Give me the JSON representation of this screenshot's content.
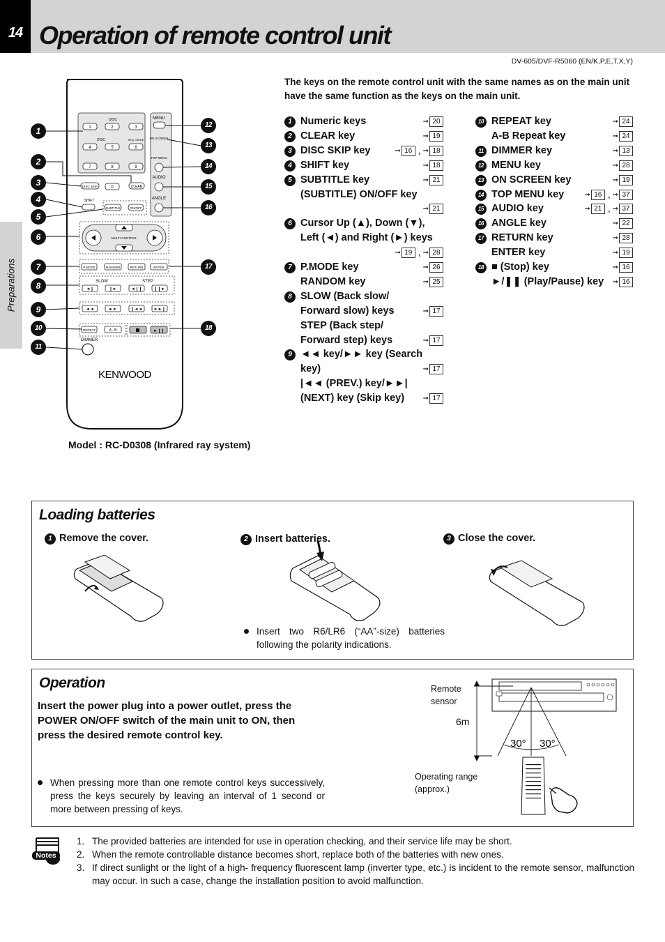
{
  "header": {
    "page_number": "14",
    "title": "Operation of remote control unit",
    "model_ref": "DV-605/DVF-R5060 (EN/K,P,E,T,X,Y)"
  },
  "side_tab": {
    "label": "Preparations"
  },
  "remote": {
    "caption": "Model : RC-D0308 (Infrared ray system)",
    "brand": "KENWOOD",
    "labels": {
      "disc_top": "DISC",
      "disc_mid": "DISC",
      "seq_mode": "SEQ. MODE",
      "menu": "MENU",
      "on_screen": "ON SCREEN",
      "top_menu": "TOP MENU",
      "audio": "AUDIO",
      "angle": "ANGLE",
      "shift": "SHIFT",
      "disc_skip": "DISC SKIP",
      "clear": "CLEAR",
      "subtitle": "SUBTITLE",
      "on_off": "ON/OFF",
      "multi_control": "MULTI CONTROL",
      "p_mode": "P.MODE",
      "random": "RANDOM",
      "return": "RETURN",
      "enter": "ENTER",
      "slow": "SLOW",
      "step": "STEP",
      "repeat": "REPEAT",
      "a_b": "A - B",
      "dimmer": "DIMMER"
    },
    "digits": [
      "1",
      "2",
      "3",
      "4",
      "5",
      "6",
      "7",
      "8",
      "9",
      "0"
    ],
    "callouts": [
      "1",
      "2",
      "3",
      "4",
      "5",
      "6",
      "7",
      "8",
      "9",
      "10",
      "11",
      "12",
      "13",
      "14",
      "15",
      "16",
      "17",
      "18"
    ]
  },
  "intro": "The keys on the remote control unit with the same names as on the main unit have the same function as the keys on the main unit.",
  "keys_left": [
    {
      "num": "1",
      "lines": [
        {
          "text": "Numeric keys",
          "refs": [
            "20"
          ]
        }
      ]
    },
    {
      "num": "2",
      "lines": [
        {
          "text": "CLEAR key",
          "refs": [
            "19"
          ]
        }
      ]
    },
    {
      "num": "3",
      "lines": [
        {
          "text": "DISC SKIP key",
          "refs": [
            "16",
            "18"
          ]
        }
      ]
    },
    {
      "num": "4",
      "lines": [
        {
          "text": "SHIFT key",
          "refs": [
            "18"
          ]
        }
      ]
    },
    {
      "num": "5",
      "lines": [
        {
          "text": "SUBTITLE key",
          "refs": [
            "21"
          ]
        },
        {
          "text": "(SUBTITLE) ON/OFF key",
          "refs": []
        },
        {
          "text": "",
          "refs": [
            "21"
          ]
        }
      ]
    },
    {
      "num": "6",
      "lines": [
        {
          "text": "Cursor Up (▲), Down (▼),",
          "refs": []
        },
        {
          "text": "Left (◄) and Right (►) keys",
          "refs": []
        },
        {
          "text": "",
          "refs": [
            "19",
            "28"
          ]
        }
      ]
    },
    {
      "num": "7",
      "lines": [
        {
          "text": "P.MODE key",
          "refs": [
            "26"
          ]
        },
        {
          "text": "RANDOM key",
          "refs": [
            "25"
          ]
        }
      ]
    },
    {
      "num": "8",
      "lines": [
        {
          "text": "SLOW (Back slow/",
          "refs": []
        },
        {
          "text": "Forward slow) keys",
          "refs": [
            "17"
          ]
        },
        {
          "text": "STEP (Back step/",
          "refs": []
        },
        {
          "text": "Forward step) keys",
          "refs": [
            "17"
          ]
        }
      ]
    },
    {
      "num": "9",
      "lines": [
        {
          "text": "◄◄ key/►► key (Search",
          "refs": []
        },
        {
          "text": "key)",
          "refs": [
            "17"
          ]
        },
        {
          "text": "|◄◄ (PREV.) key/►►|",
          "refs": []
        },
        {
          "text": "(NEXT) key (Skip key)",
          "refs": [
            "17"
          ]
        }
      ]
    }
  ],
  "keys_right": [
    {
      "num": "10",
      "lines": [
        {
          "text": "REPEAT key",
          "refs": [
            "24"
          ]
        },
        {
          "text": "A-B Repeat key",
          "refs": [
            "24"
          ]
        }
      ]
    },
    {
      "num": "11",
      "lines": [
        {
          "text": "DIMMER key",
          "refs": [
            "13"
          ]
        }
      ]
    },
    {
      "num": "12",
      "lines": [
        {
          "text": "MENU key",
          "refs": [
            "28"
          ]
        }
      ]
    },
    {
      "num": "13",
      "lines": [
        {
          "text": "ON SCREEN key",
          "refs": [
            "19"
          ]
        }
      ]
    },
    {
      "num": "14",
      "lines": [
        {
          "text": "TOP MENU key",
          "refs": [
            "16",
            "37"
          ]
        }
      ]
    },
    {
      "num": "15",
      "lines": [
        {
          "text": "AUDIO key",
          "refs": [
            "21",
            "37"
          ]
        }
      ]
    },
    {
      "num": "16",
      "lines": [
        {
          "text": "ANGLE key",
          "refs": [
            "22"
          ]
        }
      ]
    },
    {
      "num": "17",
      "lines": [
        {
          "text": "RETURN key",
          "refs": [
            "28"
          ]
        },
        {
          "text": "ENTER key",
          "refs": [
            "19"
          ]
        }
      ]
    },
    {
      "num": "18",
      "lines": [
        {
          "text": "■ (Stop) key",
          "refs": [
            "16"
          ]
        },
        {
          "text": "►/❚❚ (Play/Pause) key",
          "refs": [
            "16"
          ]
        }
      ]
    }
  ],
  "loading": {
    "title": "Loading batteries",
    "steps": [
      {
        "num": "1",
        "label": "Remove the cover."
      },
      {
        "num": "2",
        "label": "Insert batteries."
      },
      {
        "num": "3",
        "label": "Close the cover."
      }
    ],
    "note": "Insert two R6/LR6 (“AA”-size) batteries following the polarity indications."
  },
  "operation": {
    "title": "Operation",
    "text": "Insert the power plug into a power outlet, press the POWER ON/OFF switch of the main unit to ON, then press the desired remote control key.",
    "note": "When pressing more than one remote control keys successively, press the keys securely by leaving an interval of 1 second or more between pressing of keys.",
    "remote_sensor": "Remote sensor",
    "distance": "6m",
    "angle_left": "30°",
    "angle_right": "30°",
    "range_label": "Operating range (approx.)"
  },
  "notes": {
    "icon_label": "Notes",
    "items": [
      {
        "n": "1.",
        "text": "The provided batteries are intended for use in operation checking, and their service life may be short."
      },
      {
        "n": "2.",
        "text": "When the remote controllable distance becomes short, replace both of the batteries with new ones."
      },
      {
        "n": "3.",
        "text": "If direct sunlight or the light of a high- frequency fluorescent lamp (inverter type, etc.) is incident to the remote sensor, malfunction may occur. In such a case, change the installation position to avoid malfunction."
      }
    ]
  }
}
